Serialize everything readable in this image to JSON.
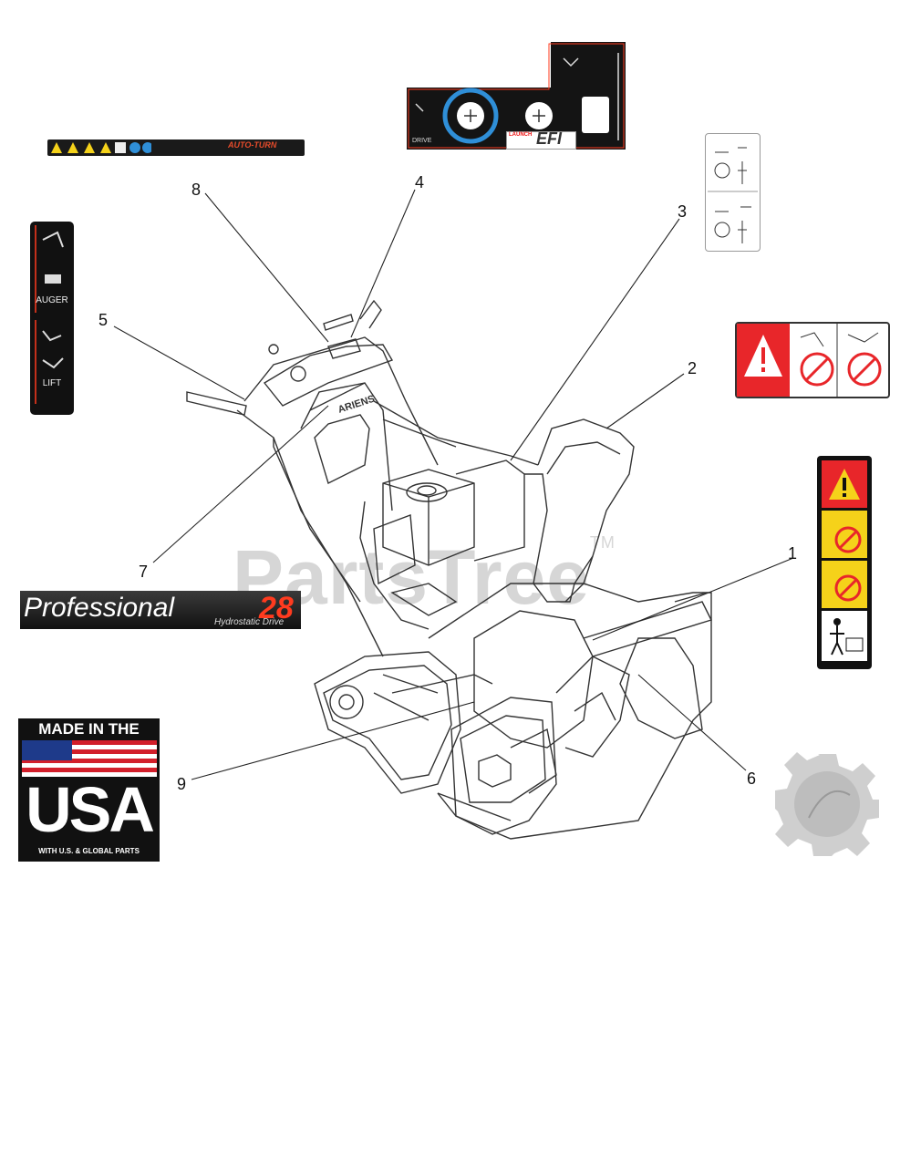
{
  "watermark": {
    "text": "PartsTree",
    "tm": "TM"
  },
  "callouts": [
    {
      "id": "1",
      "label": "1"
    },
    {
      "id": "2",
      "label": "2"
    },
    {
      "id": "3",
      "label": "3"
    },
    {
      "id": "4",
      "label": "4"
    },
    {
      "id": "5",
      "label": "5"
    },
    {
      "id": "6",
      "label": "6"
    },
    {
      "id": "7",
      "label": "7"
    },
    {
      "id": "8",
      "label": "8"
    },
    {
      "id": "9",
      "label": "9"
    }
  ],
  "decals": {
    "autoturn": {
      "brand": "AUTO-TURN"
    },
    "auger_lift": {
      "auger": "AUGER",
      "lift": "LIFT"
    },
    "professional": {
      "name": "Professional",
      "model": "28",
      "subtitle": "Hydrostatic Drive"
    },
    "usa": {
      "line1": "MADE IN THE",
      "line2": "USA",
      "line3": "WITH U.S. & GLOBAL PARTS"
    },
    "panel": {
      "launch": "LAUNCH",
      "efi": "EFI",
      "drive": "DRIVE"
    },
    "machine_brand": "ARIENS"
  },
  "colors": {
    "warning_red": "#e8262a",
    "warning_yellow": "#f5d21a",
    "panel_blue": "#2f8fd8",
    "accent_orange": "#ff3b1f"
  }
}
